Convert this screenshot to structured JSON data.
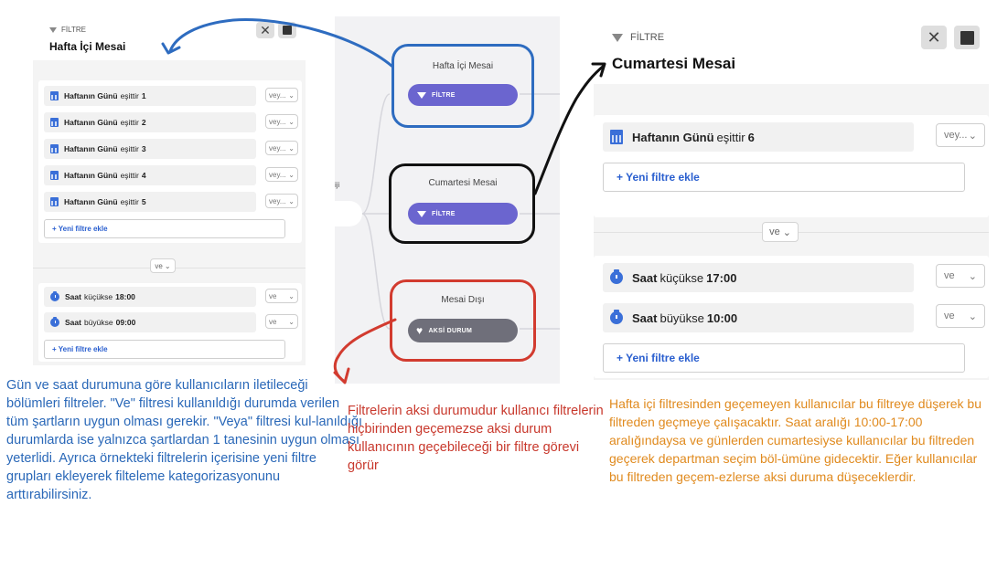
{
  "left_panel": {
    "label": "FİLTRE",
    "title": "Hafta İçi Mesai",
    "day_conditions": [
      {
        "field": "Haftanın Günü",
        "op": "eşittir",
        "value": "1",
        "connector": "vey..."
      },
      {
        "field": "Haftanın Günü",
        "op": "eşittir",
        "value": "2",
        "connector": "vey..."
      },
      {
        "field": "Haftanın Günü",
        "op": "eşittir",
        "value": "3",
        "connector": "vey..."
      },
      {
        "field": "Haftanın Günü",
        "op": "eşittir",
        "value": "4",
        "connector": "vey..."
      },
      {
        "field": "Haftanın Günü",
        "op": "eşittir",
        "value": "5",
        "connector": "vey..."
      }
    ],
    "add_filter": "+ Yeni filtre ekle",
    "group_join": "ve",
    "time_conditions": [
      {
        "field": "Saat",
        "op": "küçükse",
        "value": "18:00",
        "connector": "ve"
      },
      {
        "field": "Saat",
        "op": "büyükse",
        "value": "09:00",
        "connector": "ve"
      }
    ]
  },
  "right_panel": {
    "label": "FİLTRE",
    "title": "Cumartesi Mesai",
    "day_conditions": [
      {
        "field": "Haftanın Günü",
        "op": "eşittir",
        "value": "6",
        "connector": "vey..."
      }
    ],
    "add_filter": "+ Yeni filtre ekle",
    "group_join": "ve",
    "time_conditions": [
      {
        "field": "Saat",
        "op": "küçükse",
        "value": "17:00",
        "connector": "ve"
      },
      {
        "field": "Saat",
        "op": "büyükse",
        "value": "10:00",
        "connector": "ve"
      }
    ]
  },
  "flow": {
    "side_label": "iji",
    "nodes": [
      {
        "title": "Hafta İçi Mesai",
        "button": "FİLTRE",
        "color": "#6b65cf"
      },
      {
        "title": "Cumartesi Mesai",
        "button": "FİLTRE",
        "color": "#6b65cf"
      },
      {
        "title": "Mesai Dışı",
        "button": "AKSİ DURUM",
        "color": "#6f6f7a"
      }
    ]
  },
  "annotations": {
    "blue": "Gün ve saat durumuna göre kullanıcıların iletileceği bölümleri filtreler. \"Ve\" filtresi kullanıldığı durumda verilen tüm şartların uygun olması gerekir. \"Veya\" filtresi kul-lanıldığı durumlarda ise yalnızca şartlardan 1 tanesinin uygun olması yeterlidi. Ayrıca örnekteki filtrelerin içerisine  yeni filtre grupları ekleyerek filteleme kategorizasyonunu arttırabilirsiniz.",
    "red": "Filtrelerin aksi durumudur kullanıcı filtrelerin hiçbirinden geçemezse aksi durum kullanıcının geçebileceği bir filtre görevi görür",
    "orange": "Hafta içi filtresinden geçemeyen kullanıcılar bu filtreye düşerek bu filtreden geçmeye çalışacaktır. Saat aralığı 10:00-17:00 aralığındaysa ve günlerden cumartesiyse kullanıcılar bu filtreden geçerek departman seçim böl-ümüne gidecektir. Eğer kullanıcılar bu filtreden geçem-ezlerse aksi duruma düşeceklerdir."
  },
  "colors": {
    "blue_frame": "#2e6cc0",
    "black_frame": "#111111",
    "red_frame": "#d23b2f",
    "blue_text": "#2a68b8",
    "red_text": "#c8382c",
    "orange_text": "#e08a1e"
  }
}
